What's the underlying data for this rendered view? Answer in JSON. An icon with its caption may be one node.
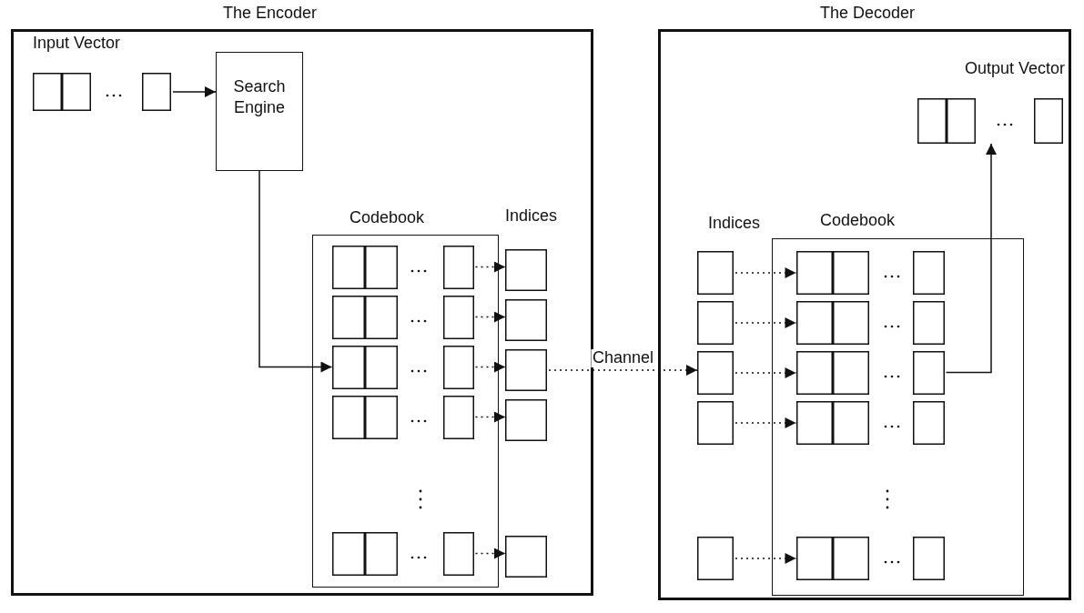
{
  "diagram": {
    "nodes": [
      {
        "text": [
          "The Encoder"
        ]
      },
      {
        "text": [
          "Input Vector"
        ],
        "in": 0
      },
      {
        "text": [
          "Search Engine"
        ],
        "in": 0
      },
      {
        "text": [
          "Codebook"
        ],
        "in": 0
      },
      {
        "text": [],
        "shape": "box",
        "in": 3
      },
      {
        "text": [],
        "shape": "box",
        "in": 3
      },
      {
        "text": [],
        "shape": "box",
        "in": 3
      },
      {
        "text": [],
        "shape": "box",
        "in": 3
      },
      {
        "text": [],
        "shape": "box",
        "in": 3
      },
      {
        "text": [],
        "shape": "box",
        "in": 0
      },
      {
        "text": [],
        "shape": "box",
        "in": 0
      },
      {
        "text": [],
        "shape": "box",
        "in": 0
      },
      {
        "text": [],
        "shape": "box",
        "in": 0
      },
      {
        "text": [],
        "shape": "box",
        "in": 0
      },
      {
        "text": [
          "The Decoder"
        ]
      },
      {
        "text": [
          "Output Vector"
        ],
        "in": 14
      },
      {
        "text": [],
        "shape": "box",
        "in": 14
      },
      {
        "text": [],
        "shape": "box",
        "in": 14
      },
      {
        "text": [],
        "shape": "box",
        "in": 14
      },
      {
        "text": [],
        "shape": "box",
        "in": 14
      },
      {
        "text": [],
        "shape": "box",
        "in": 14
      },
      {
        "text": [
          "Codebook"
        ],
        "in": 14
      },
      {
        "text": [],
        "shape": "box",
        "in": 21
      },
      {
        "text": [],
        "shape": "box",
        "in": 21
      },
      {
        "text": [],
        "shape": "box",
        "in": 21
      },
      {
        "text": [],
        "shape": "box",
        "in": 21
      },
      {
        "text": [],
        "shape": "box",
        "in": 21
      }
    ],
    "edges": [
      {
        "from": 1,
        "to": 2,
        "arrow": "to"
      },
      {
        "from": 2,
        "to": 6,
        "arrow": "to"
      },
      {
        "from": 4,
        "to": 9,
        "arrow": "to",
        "style": "dashed"
      },
      {
        "from": 5,
        "to": 10,
        "arrow": "to",
        "style": "dashed"
      },
      {
        "from": 6,
        "to": 11,
        "arrow": "to",
        "style": "dashed"
      },
      {
        "from": 7,
        "to": 12,
        "arrow": "to",
        "style": "dashed"
      },
      {
        "from": 8,
        "to": 13,
        "arrow": "to",
        "style": "dashed"
      },
      {
        "from": 11,
        "to": 18,
        "arrow": "to",
        "style": "dashed",
        "label": "Channel"
      },
      {
        "from": 16,
        "to": 22,
        "arrow": "to",
        "style": "dashed"
      },
      {
        "from": 17,
        "to": 23,
        "arrow": "to",
        "style": "dashed"
      },
      {
        "from": 18,
        "to": 24,
        "arrow": "to",
        "style": "dashed"
      },
      {
        "from": 19,
        "to": 25,
        "arrow": "to",
        "style": "dashed"
      },
      {
        "from": 20,
        "to": 26,
        "arrow": "to",
        "style": "dashed"
      },
      {
        "from": 24,
        "to": 15,
        "arrow": "to"
      }
    ],
    "labels": [
      "Indices",
      "Indices"
    ]
  }
}
